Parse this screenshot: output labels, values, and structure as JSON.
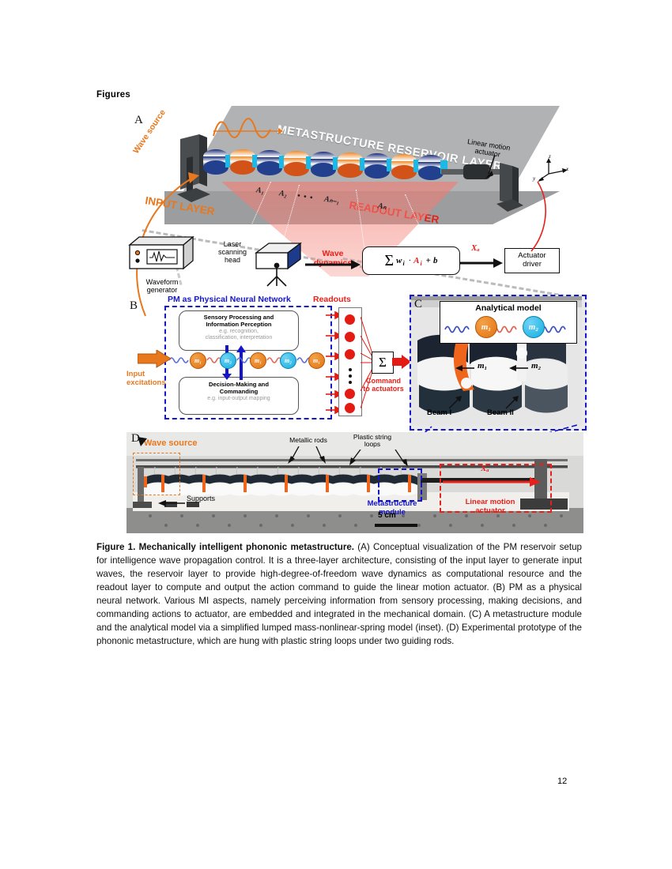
{
  "document": {
    "section_heading": "Figures",
    "page_number": "12"
  },
  "figure": {
    "panel_a": {
      "letter": "A",
      "reservoir_layer_label": "METASTRUCTURE RESERVOIR LAYER",
      "input_layer_label": "INPUT LAYER",
      "readout_layer_label": "READOUT LAYER",
      "wave_source_label": "Wave source",
      "linear_motion_actuator_label": "Linear motion\nactuator",
      "waveform_generator_label": "Waveform\ngenerator",
      "laser_scanning_head_label": "Laser\nscanning\nhead",
      "wave_dynamics_label": "Wave\ndynamics",
      "readout_formula": "Σ  wᵢ · Aᵢ + b",
      "formula_sigma": "Σ",
      "formula_weights": "w",
      "formula_sub_i": "i",
      "formula_amplitude": "A",
      "formula_bias": "b",
      "actuator_signal_label": "Xₐ",
      "actuator_driver_label": "Actuator\ndriver",
      "amplitude_labels": [
        "A₁",
        "A₂",
        "• • •",
        "Aₙ₋₁",
        "Aₙ"
      ],
      "axes": [
        "z",
        "y",
        "x"
      ],
      "colors": {
        "orange": "#E8781E",
        "red": "#E8201A",
        "slab_gray": "#b0b2b4",
        "fan_red": "#f4786e"
      }
    },
    "panel_b": {
      "letter": "B",
      "title": "PM as Physical Neural Network",
      "readouts_title": "Readouts",
      "box_top_title": "Sensory Processing and\nInformation Perception",
      "box_top_sub": "e.g. recognition,\nclassification, interpretation",
      "box_bottom_title": "Decision-Making  and\nCommanding",
      "box_bottom_sub": "e.g. input-output  mapping",
      "input_excitations_label": "Input\nexcitations",
      "mass_chain": [
        "m₁",
        "m₂",
        "m₁",
        "m₂",
        "m₁"
      ],
      "sigma": "Σ",
      "command_label": "Command\nto actuators",
      "readout_node_count": 6,
      "colors": {
        "blue": "#1414C8",
        "red": "#E8201A",
        "orange": "#E8781E",
        "mass1": "#E4720F",
        "mass2": "#13AEE0"
      }
    },
    "panel_c": {
      "letter": "C",
      "analytical_model_title": "Analytical model",
      "mass1_label": "m₁",
      "mass2_label": "m₂",
      "inset_mass1": "m₁",
      "inset_mass2": "m₂",
      "beam1_label": "Beam I",
      "beam2_label": "Beam II"
    },
    "panel_d": {
      "letter": "D",
      "wave_source_label": "Wave source",
      "metallic_rods_label": "Metallic rods",
      "plastic_string_loops_label": "Plastic string\nloops",
      "supports_label": "Supports",
      "metastructure_module_label": "Metastructure\nmodule",
      "linear_motion_actuator_label": "Linear motion\nactuator",
      "actuator_displacement_label": "Xₐ",
      "scale_bar_label": "5 cm"
    }
  },
  "caption": {
    "title": "Figure 1. Mechanically intelligent phononic metastructure.",
    "body": " (A) Conceptual visualization of the PM reservoir setup for intelligence wave propagation control. It is a three-layer architecture, consisting of the input layer to generate input waves, the reservoir layer to provide high-degree-of-freedom wave dynamics as computational resource and the readout layer to compute and output the action command to guide the linear motion actuator. (B) PM as a physical neural network. Various MI aspects, namely perceiving information from sensory processing, making decisions, and commanding actions to actuator, are embedded and integrated in the mechanical domain. (C) A metastructure module and the analytical model via a simplified lumped mass-nonlinear-spring model (inset). (D) Experimental prototype of the phononic metastructure, which are hung with plastic string loops under two guiding rods."
  }
}
